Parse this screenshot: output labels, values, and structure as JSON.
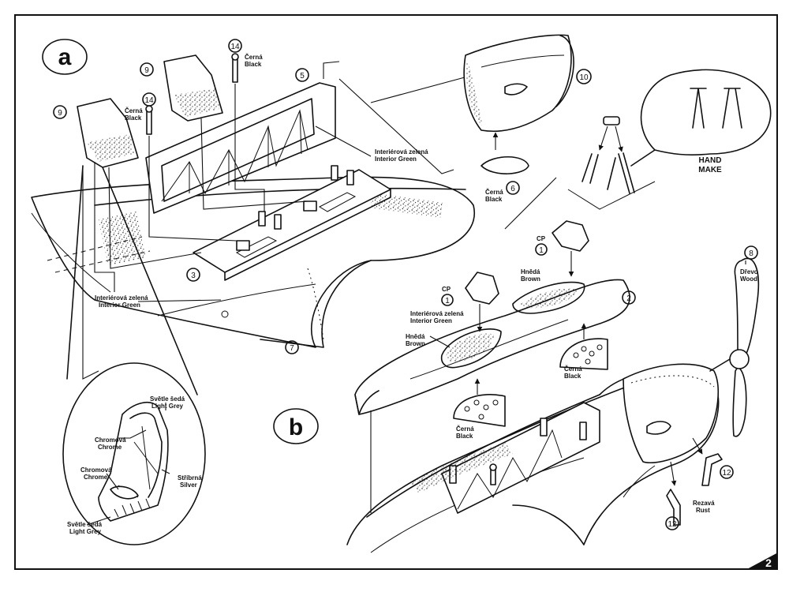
{
  "sections": {
    "a": "a",
    "b": "b"
  },
  "parts": {
    "p2": "2",
    "p3": "3",
    "p5": "5",
    "p6": "6",
    "p7": "7",
    "p8": "8",
    "p9a": "9",
    "p9b": "9",
    "p10": "10",
    "p12a": "12",
    "p12b": "12",
    "p14a": "14",
    "p14b": "14",
    "cp1a": "1",
    "cp1b": "1"
  },
  "cp_label": "CP",
  "hand_make": {
    "line1": "HAND",
    "line2": "MAKE"
  },
  "colors": {
    "cerna_cz": "Černá",
    "black_en": "Black",
    "interier_cz": "Interiérová zelená",
    "interior_en": "Interior Green",
    "hneda_cz": "Hnědá",
    "brown_en": "Brown",
    "drevo_cz": "Dřevo",
    "wood_en": "Wood",
    "rezava_cz": "Rezavá",
    "rust_en": "Rust",
    "svetle_cz": "Světle šedá",
    "light_grey_en": "Light Grey",
    "chromova_cz": "Chromová",
    "chrome_en": "Chrome",
    "stribrna_cz": "Stříbrná",
    "silver_en": "Silver"
  },
  "page_number": "2",
  "ink_color": "#111111"
}
